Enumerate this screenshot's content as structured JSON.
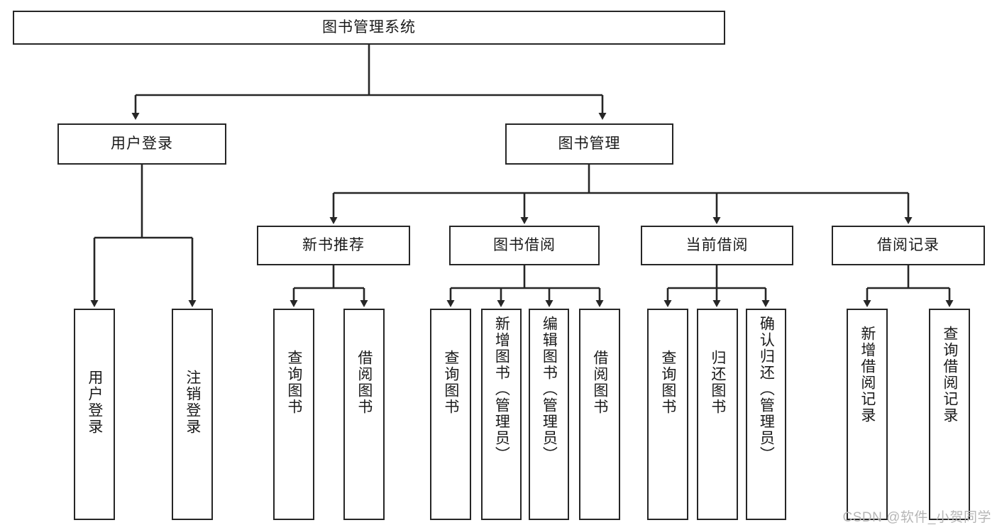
{
  "diagram": {
    "title": "图书管理系统",
    "type": "tree-hierarchy-chart",
    "root": {
      "label": "图书管理系统"
    },
    "level2": [
      {
        "label": "用户登录"
      },
      {
        "label": "图书管理"
      }
    ],
    "level3": [
      {
        "label": "新书推荐"
      },
      {
        "label": "图书借阅"
      },
      {
        "label": "当前借阅"
      },
      {
        "label": "借阅记录"
      }
    ],
    "leaves": {
      "user_login": [
        {
          "label": "用户登录"
        },
        {
          "label": "注销登录"
        }
      ],
      "new_book_recommend": [
        {
          "label": "查询图书"
        },
        {
          "label": "借阅图书"
        }
      ],
      "book_borrow": [
        {
          "label": "查询图书"
        },
        {
          "label": "新增图书（管理员）"
        },
        {
          "label": "编辑图书（管理员）"
        },
        {
          "label": "借阅图书"
        }
      ],
      "current_borrow": [
        {
          "label": "查询图书"
        },
        {
          "label": "归还图书"
        },
        {
          "label": "确认归还（管理员）"
        }
      ],
      "borrow_record": [
        {
          "label": "新增借阅记录"
        },
        {
          "label": "查询借阅记录"
        }
      ]
    }
  },
  "watermark": {
    "text": "CSDN @软件_小贺同学"
  },
  "colors": {
    "stroke": "#262626",
    "text": "#1a1a1a",
    "background": "#ffffff",
    "watermark": "#b6b6b6"
  }
}
